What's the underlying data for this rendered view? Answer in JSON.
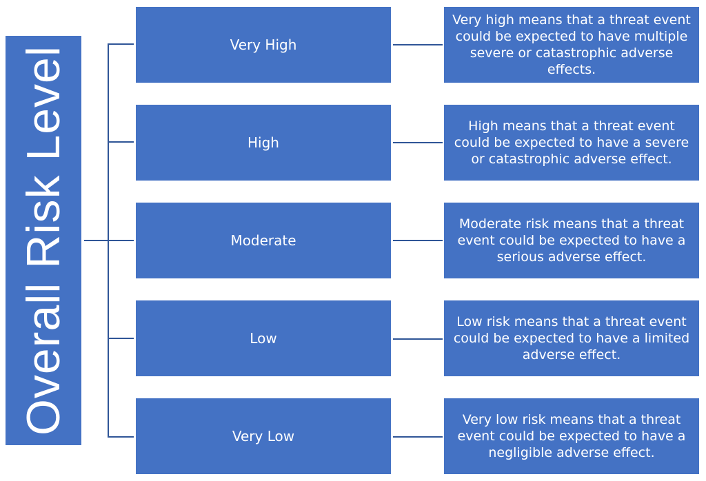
{
  "title": "Overall Risk Level",
  "colors": {
    "box_fill": "#4472C4",
    "connector": "#2F5597",
    "text": "#FFFFFF",
    "background": "#FFFFFF"
  },
  "levels": [
    {
      "label": "Very High",
      "description": "Very high means that a threat event could be expected to have multiple severe or catastrophic adverse effects."
    },
    {
      "label": "High",
      "description": "High means that a threat event could be expected to have a severe or catastrophic adverse effect."
    },
    {
      "label": "Moderate",
      "description": "Moderate risk means that a threat event could be expected to have a serious adverse effect."
    },
    {
      "label": "Low",
      "description": "Low risk means that a threat event could be expected to have a limited adverse effect."
    },
    {
      "label": "Very Low",
      "description": "Very low risk means that a threat event could be expected to have a negligible adverse effect."
    }
  ]
}
